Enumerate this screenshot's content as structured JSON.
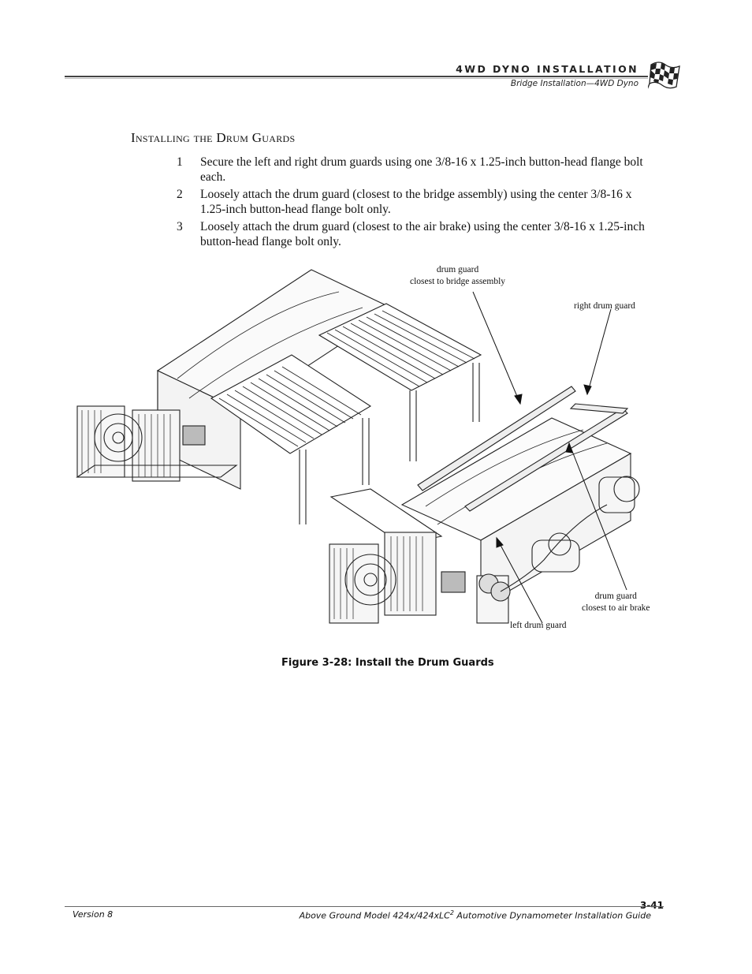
{
  "header": {
    "title": "4WD DYNO INSTALLATION",
    "subtitle": "Bridge Installation—4WD Dyno"
  },
  "section": {
    "heading": "Installing the Drum Guards"
  },
  "steps": [
    {
      "num": "1",
      "text": "Secure the left and right drum guards using one 3/8-16 x 1.25-inch button-head flange bolt each."
    },
    {
      "num": "2",
      "text": "Loosely attach the drum guard (closest to the bridge assembly) using the center 3/8-16 x 1.25-inch button-head flange bolt only."
    },
    {
      "num": "3",
      "text": "Loosely attach the drum guard (closest to the air brake) using the center 3/8-16 x 1.25-inch button-head flange bolt only."
    }
  ],
  "figure": {
    "callouts": {
      "bridge_guard_line1": "drum guard",
      "bridge_guard_line2": "closest to bridge assembly",
      "right_guard": "right drum guard",
      "airbrake_guard_line1": "drum guard",
      "airbrake_guard_line2": "closest to air brake",
      "left_guard": "left drum guard"
    },
    "caption": "Figure 3-28: Install the Drum Guards"
  },
  "footer": {
    "page_number": "3-41",
    "version": "Version 8",
    "guide_title_pre": "Above Ground Model 424x/424xLC",
    "guide_title_sup": "2",
    "guide_title_post": " Automotive Dynamometer Installation Guide"
  },
  "colors": {
    "text": "#111111",
    "rule": "#444444"
  }
}
